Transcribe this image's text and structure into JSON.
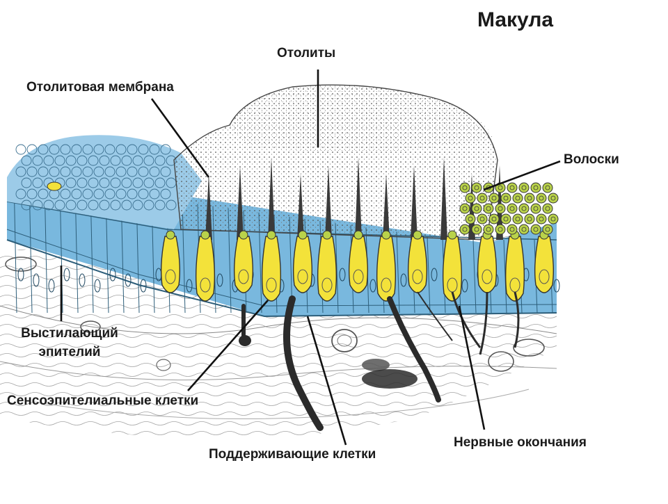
{
  "title": "Макула",
  "labels": {
    "otolity": "Отолиты",
    "otolitovaya_membrana": "Отолитовая мембрана",
    "voloski": "Волоски",
    "vystilayushchiy_epiteliy_line1": "Выстилающий",
    "vystilayushchiy_epiteliy_line2": "эпителий",
    "sensoepitelialnye_kletki": "Сенсоэпителиальные клетки",
    "podderzhivayushchie_kletki": "Поддерживающие клетки",
    "nervnye_okonchaniya": "Нервные окончания"
  },
  "colors": {
    "epithelium_blue": "#79b8de",
    "sensory_yellow": "#f3e23a",
    "hair_dark": "#3a3a3a",
    "otolith_green": "#b9d24a",
    "background": "#ffffff"
  }
}
